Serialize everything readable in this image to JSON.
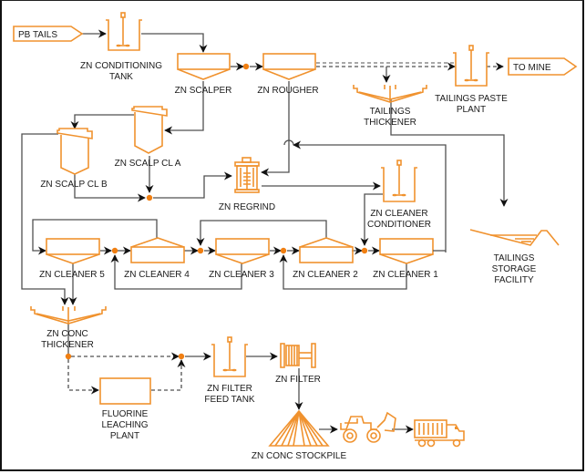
{
  "diagram": {
    "title": "Zinc Flotation Process Flowsheet",
    "colors": {
      "equipment": "#f0922e",
      "flow_line": "#505050",
      "junction": "#f07f12",
      "text": "#1a1a1a"
    },
    "terminals": {
      "pb_tails": "PB TAILS",
      "to_mine": "TO MINE"
    },
    "equipment": {
      "zn_conditioning_tank": [
        "ZN CONDITIONING",
        "TANK"
      ],
      "zn_scalper": [
        "ZN SCALPER"
      ],
      "zn_rougher": [
        "ZN ROUGHER"
      ],
      "tailings_thickener": [
        "TAILINGS",
        "THICKENER"
      ],
      "tailings_paste_plant": [
        "TAILINGS PASTE",
        "PLANT"
      ],
      "zn_scalp_cl_a": [
        "ZN SCALP CL A"
      ],
      "zn_scalp_cl_b": [
        "ZN SCALP CL B"
      ],
      "zn_regrind": [
        "ZN REGRIND"
      ],
      "zn_cleaner_conditioner": [
        "ZN CLEANER",
        "CONDITIONER"
      ],
      "tailings_storage_facility": [
        "TAILINGS",
        "STORAGE",
        "FACILITY"
      ],
      "zn_cleaner_5": [
        "ZN CLEANER 5"
      ],
      "zn_cleaner_4": [
        "ZN CLEANER 4"
      ],
      "zn_cleaner_3": [
        "ZN CLEANER 3"
      ],
      "zn_cleaner_2": [
        "ZN CLEANER 2"
      ],
      "zn_cleaner_1": [
        "ZN CLEANER 1"
      ],
      "zn_conc_thickener": [
        "ZN CONC",
        "THICKENER"
      ],
      "fluorine_leaching_plant": [
        "FLUORINE",
        "LEACHING",
        "PLANT"
      ],
      "zn_filter_feed_tank": [
        "ZN FILTER",
        "FEED TANK"
      ],
      "zn_filter": [
        "ZN FILTER"
      ],
      "zn_conc_stockpile": [
        "ZN CONC STOCKPILE"
      ],
      "front_loader": [],
      "dump_truck": []
    },
    "icons": {
      "zn_conditioning_tank": "agitated-tank-icon",
      "zn_scalper": "flotation-cell-icon",
      "zn_rougher": "flotation-cell-icon",
      "tailings_thickener": "thickener-icon",
      "tailings_paste_plant": "agitated-tank-icon",
      "zn_scalp_cl_a": "column-cell-icon",
      "zn_scalp_cl_b": "column-cell-icon",
      "zn_regrind": "regrind-mill-icon",
      "zn_cleaner_conditioner": "agitated-tank-icon",
      "tailings_storage_facility": "tailings-dam-icon",
      "zn_cleaner_5": "flotation-cell-icon",
      "zn_cleaner_4": "flotation-cell-inverted-icon",
      "zn_cleaner_3": "flotation-cell-icon",
      "zn_cleaner_2": "flotation-cell-inverted-icon",
      "zn_cleaner_1": "flotation-cell-icon",
      "zn_conc_thickener": "thickener-icon",
      "fluorine_leaching_plant": "plant-box-icon",
      "zn_filter_feed_tank": "agitated-tank-icon",
      "zn_filter": "filter-press-icon",
      "zn_conc_stockpile": "stockpile-icon",
      "front_loader": "front-loader-icon",
      "dump_truck": "dump-truck-icon"
    }
  }
}
